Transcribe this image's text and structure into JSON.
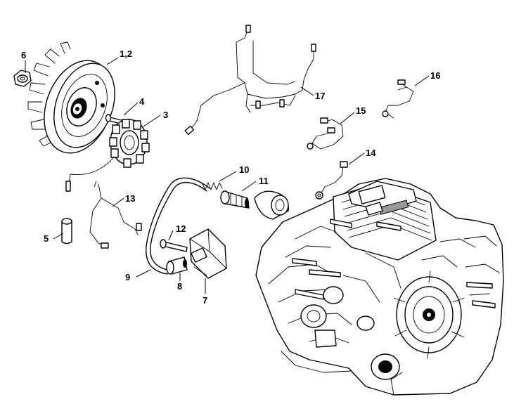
{
  "callouts": {
    "c1": "6",
    "c2": "1,2",
    "c3": "4",
    "c4": "3",
    "c5": "13",
    "c6": "5",
    "c7": "10",
    "c8": "11",
    "c9": "12",
    "c10": "9",
    "c11": "8",
    "c12": "7",
    "c13": "17",
    "c14": "16",
    "c15": "15",
    "c16": "14"
  }
}
